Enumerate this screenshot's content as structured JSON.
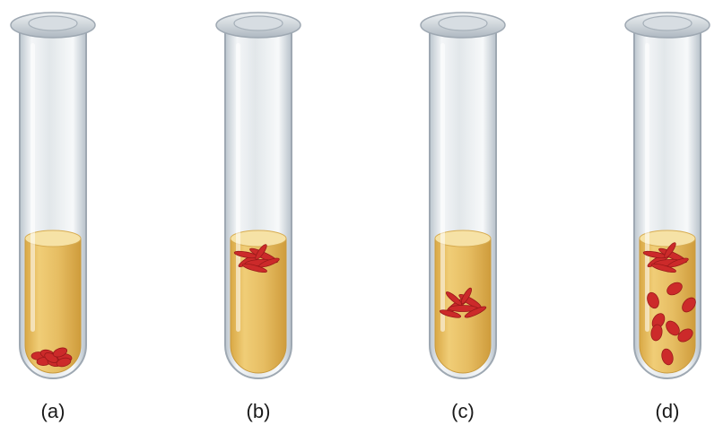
{
  "figure": {
    "tubes": [
      {
        "id": "a",
        "label": "(a)",
        "growth": "bottom"
      },
      {
        "id": "b",
        "label": "(b)",
        "growth": "surface"
      },
      {
        "id": "c",
        "label": "(c)",
        "growth": "below-surface"
      },
      {
        "id": "d",
        "label": "(d)",
        "growth": "surface-and-throughout"
      }
    ],
    "colors": {
      "tube_glass": "#dfe4e8",
      "tube_edge": "#9ea8b2",
      "broth": "#e6bd62",
      "broth_surface": "#f6e2a6",
      "cells": "#cc2a2a",
      "label_text": "#1a1a1a"
    }
  }
}
